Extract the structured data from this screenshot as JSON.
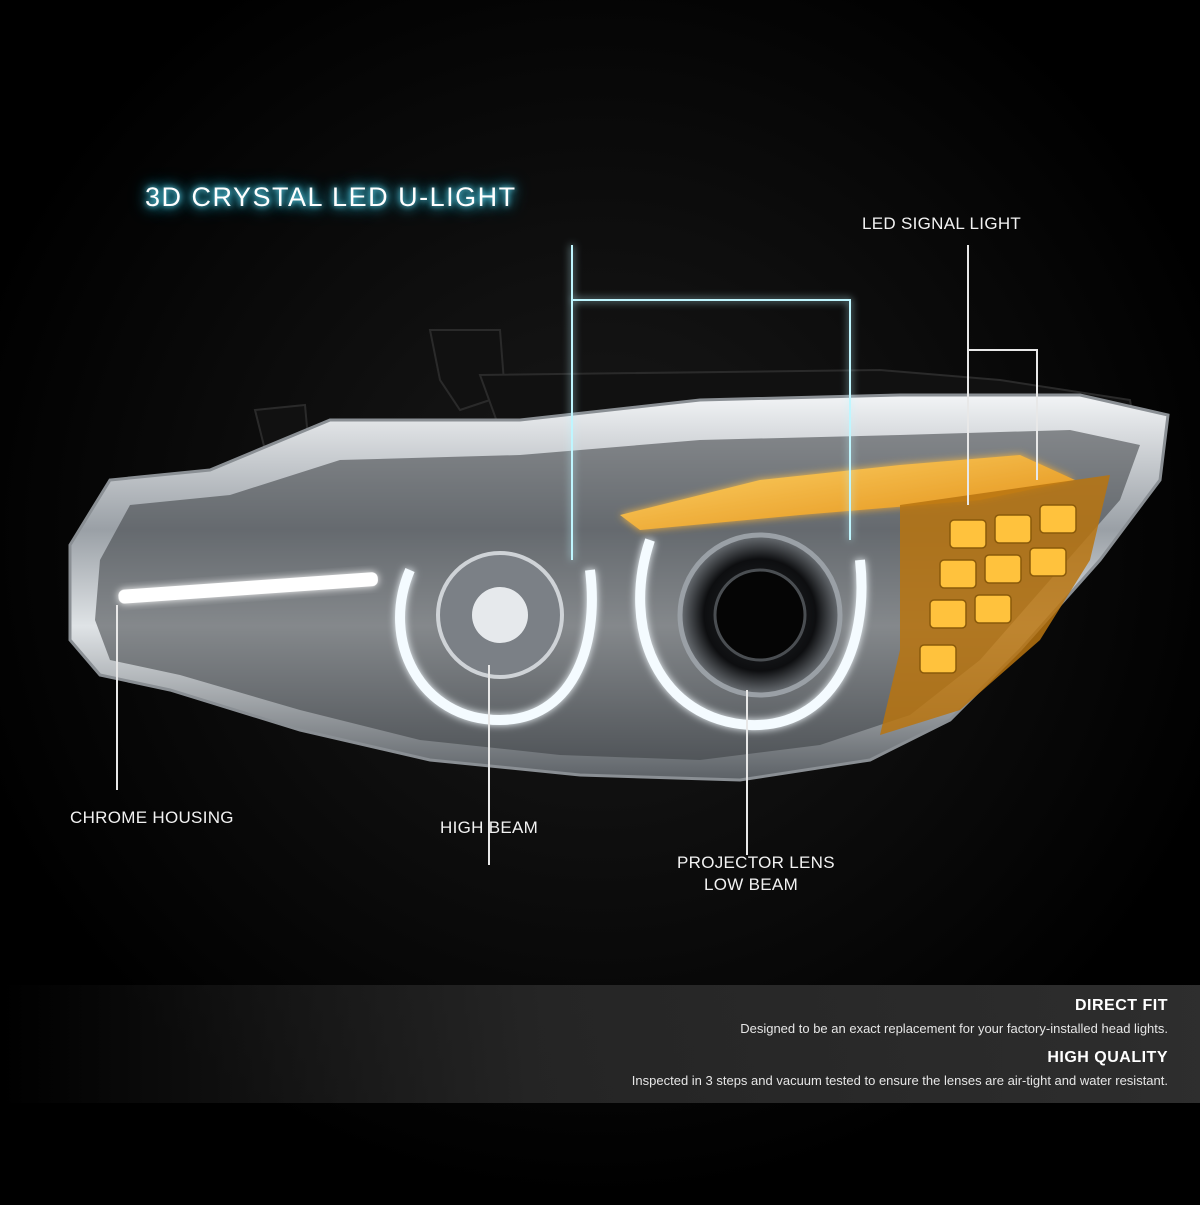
{
  "title": "3D CRYSTAL LED U-LIGHT",
  "callouts": {
    "signal": "LED SIGNAL LIGHT",
    "housing": "CHROME HOUSING",
    "high_beam": "HIGH BEAM",
    "projector_line1": "PROJECTOR LENS",
    "projector_line2": "LOW BEAM"
  },
  "features": [
    {
      "heading": "DIRECT FIT",
      "text": "Designed to be an exact replacement for your factory-installed head lights."
    },
    {
      "heading": "HIGH QUALITY",
      "text": "Inspected in 3 steps and vacuum tested to ensure the lenses are air-tight and water resistant."
    }
  ],
  "colors": {
    "glow": "#6fe6ff",
    "amber": "#f5a623",
    "chrome": "#c8ccd0"
  }
}
